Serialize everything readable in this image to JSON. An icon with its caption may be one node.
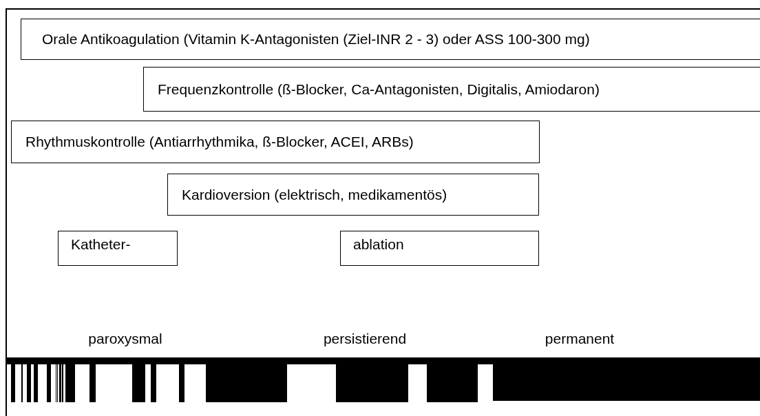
{
  "diagram": {
    "nodes": [
      {
        "text": [
          "Orale Antikoagulation (Vitamin K-Antagonisten (Ziel-INR 2 - 3) oder ASS 100-300 mg)"
        ]
      },
      {
        "text": [
          "Frequenzkontrolle (ß-Blocker, Ca-Antagonisten, Digitalis, Amiodaron)"
        ]
      },
      {
        "text": [
          "Rhythmuskontrolle (Antiarrhythmika, ß-Blocker, ACEI, ARBs)"
        ]
      },
      {
        "text": [
          "Kardioversion (elektrisch, medikamentös)"
        ]
      },
      {
        "text": [
          "Katheter-"
        ]
      },
      {
        "text": [
          "ablation"
        ]
      }
    ],
    "labels": [
      "paroxysmal",
      "persistierend",
      "permanent"
    ]
  }
}
